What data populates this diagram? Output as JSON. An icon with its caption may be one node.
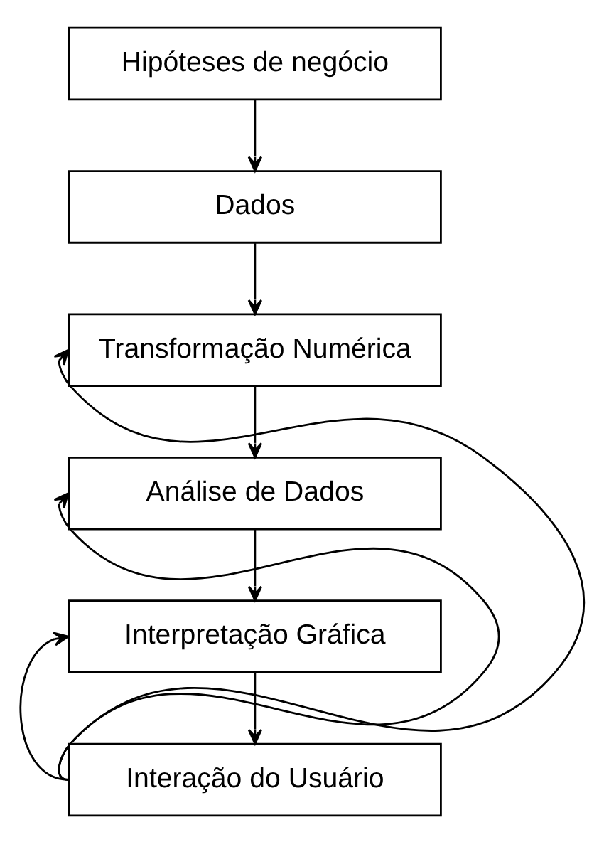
{
  "diagram": {
    "nodes": [
      {
        "text": [
          "Hipóteses de negócio"
        ]
      },
      {
        "text": [
          "Dados"
        ]
      },
      {
        "text": [
          "Transformação Numérica"
        ]
      },
      {
        "text": [
          "Análise de Dados"
        ]
      },
      {
        "text": [
          "Interpretação Gráfica"
        ]
      },
      {
        "text": [
          "Interação do Usuário"
        ]
      }
    ],
    "edges": [
      {
        "from": 0,
        "to": 1,
        "arrow": "to"
      },
      {
        "from": 1,
        "to": 2,
        "arrow": "to"
      },
      {
        "from": 2,
        "to": 3,
        "arrow": "to"
      },
      {
        "from": 3,
        "to": 4,
        "arrow": "to"
      },
      {
        "from": 4,
        "to": 5,
        "arrow": "to"
      },
      {
        "from": 5,
        "to": 2,
        "arrow": "to"
      },
      {
        "from": 5,
        "to": 3,
        "arrow": "to"
      },
      {
        "from": 5,
        "to": 4,
        "arrow": "to"
      }
    ]
  }
}
